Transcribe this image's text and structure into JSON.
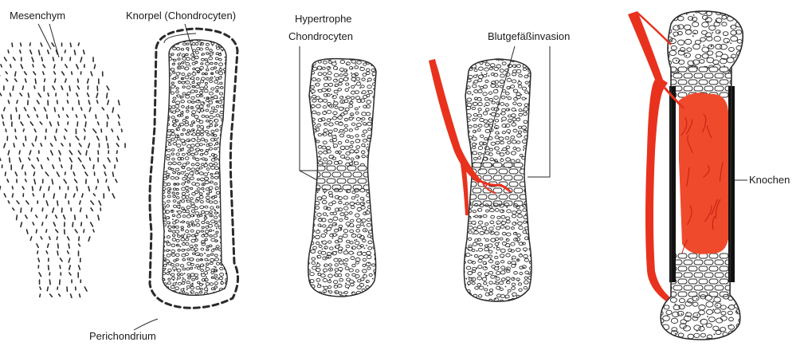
{
  "labels": {
    "mesenchym": "Mesenchym",
    "knorpel": "Knorpel (Chondrocyten)",
    "hypertrophe_line1": "Hypertrophe",
    "hypertrophe_line2": "Chondrocyten",
    "blutgefaess": "Blutgefäßinvasion",
    "knochen": "Knochen",
    "perichondrium": "Perichondrium"
  },
  "colors": {
    "ink": "#2a2a2a",
    "vessel": "#e8321e",
    "marrow": "#f04a2c",
    "bone": "#111111",
    "background": "#ffffff"
  },
  "stages": [
    "mesenchym-stage",
    "cartilage-model-stage",
    "hypertrophic-stage",
    "vascular-invasion-stage",
    "ossification-stage"
  ]
}
